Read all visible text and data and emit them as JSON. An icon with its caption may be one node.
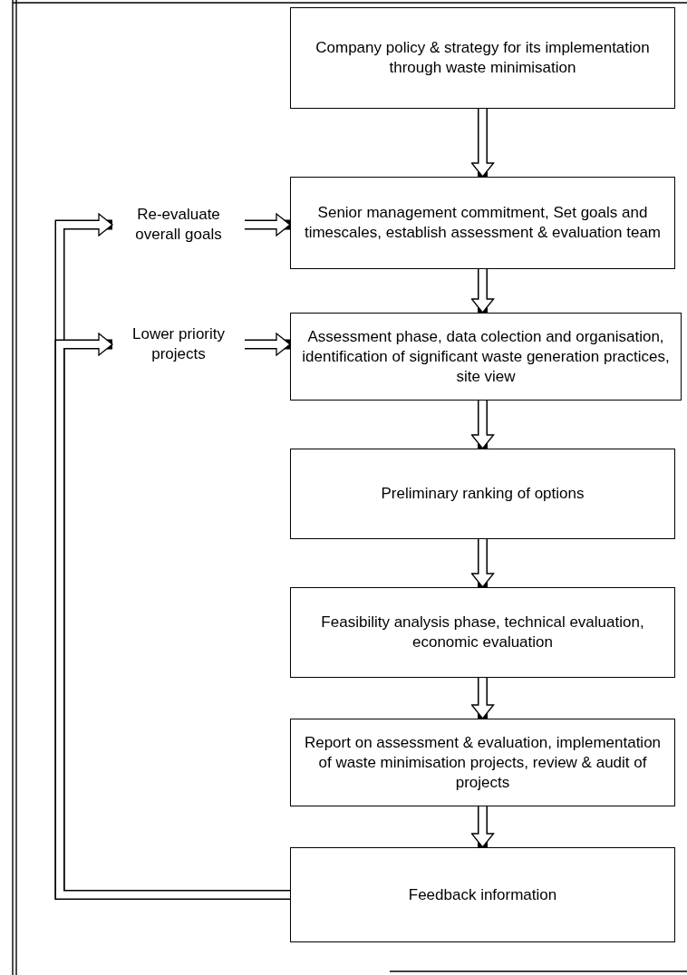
{
  "diagram": {
    "nodes": [
      {
        "text": [
          "Company policy & strategy for its implementation through waste minimisation"
        ]
      },
      {
        "text": [
          "Senior management commitment, Set goals and timescales, establish assessment & evaluation team"
        ]
      },
      {
        "text": [
          "Assessment phase, data colection and organisation, identification of significant waste generation practices, site view"
        ]
      },
      {
        "text": [
          "Preliminary ranking of options"
        ]
      },
      {
        "text": [
          "Feasibility analysis phase, technical evaluation, economic evaluation"
        ]
      },
      {
        "text": [
          "Report on assessment & evaluation, implementation of waste minimisation projects, review & audit of projects"
        ]
      },
      {
        "text": [
          "Feedback information"
        ]
      },
      {
        "text": [
          "Re-evaluate overall goals"
        ]
      },
      {
        "text": [
          "Lower priority projects"
        ]
      }
    ],
    "edges": [
      {
        "from": 0,
        "to": 1,
        "arrow": "to"
      },
      {
        "from": 1,
        "to": 2,
        "arrow": "to"
      },
      {
        "from": 2,
        "to": 3,
        "arrow": "to"
      },
      {
        "from": 3,
        "to": 4,
        "arrow": "to"
      },
      {
        "from": 4,
        "to": 5,
        "arrow": "to"
      },
      {
        "from": 5,
        "to": 6,
        "arrow": "to"
      },
      {
        "from": 7,
        "to": 1,
        "arrow": "to"
      },
      {
        "from": 8,
        "to": 2,
        "arrow": "to"
      },
      {
        "from": 6,
        "to": 7,
        "arrow": "to"
      },
      {
        "from": 6,
        "to": 8,
        "arrow": "to"
      }
    ]
  }
}
